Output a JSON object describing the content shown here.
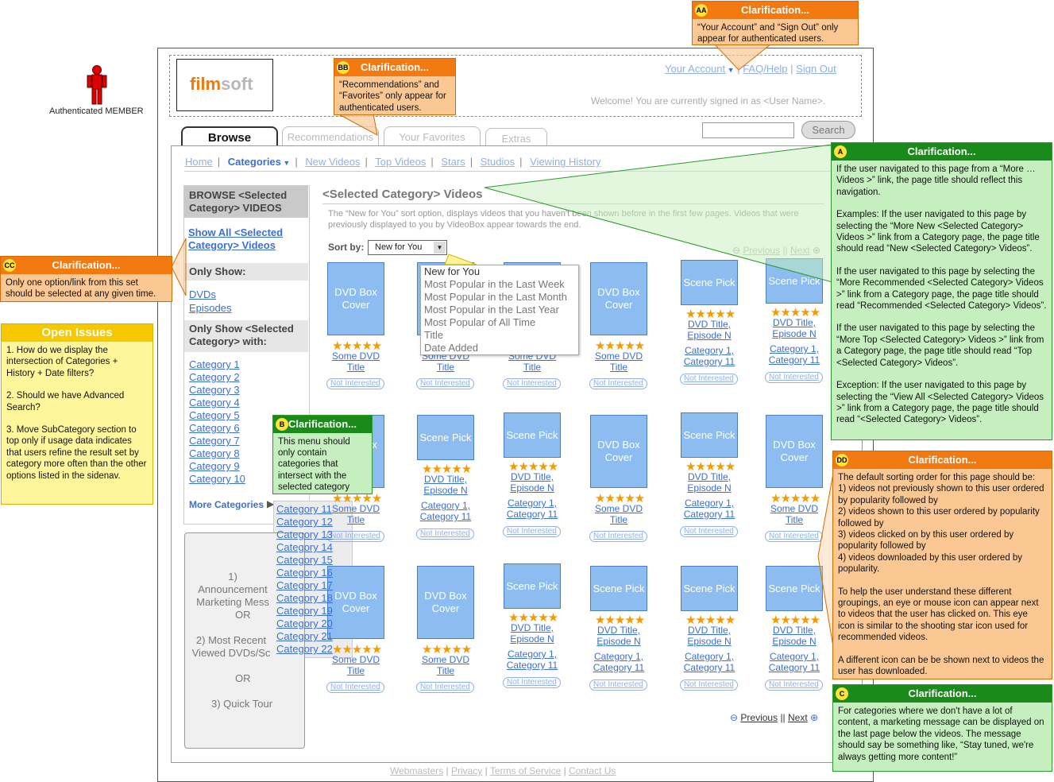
{
  "persona": {
    "label": "Authenticated MEMBER"
  },
  "header": {
    "logo_film": "film",
    "logo_soft": "soft",
    "your_account": "Your Account",
    "faq": "FAQ/Help",
    "sign_out": "Sign Out",
    "welcome": "Welcome! You are currently signed in as <User Name>."
  },
  "tabs": {
    "browse": "Browse",
    "recommendations": "Recommendations",
    "favorites": "Your Favorites",
    "extras": "Extras"
  },
  "search": {
    "button": "Search",
    "value": ""
  },
  "nav": {
    "home": "Home",
    "categories": "Categories",
    "new_videos": "New Videos",
    "top_videos": "Top Videos",
    "stars": "Stars",
    "studios": "Studios",
    "viewing_history": "Viewing History"
  },
  "sidebar": {
    "browse_head": "BROWSE <Selected Category> VIDEOS",
    "show_all": "Show All <Selected Category> Videos",
    "only_show": "Only Show:",
    "dvds": "DVDs",
    "episodes": "Episodes",
    "only_show_with": "Only Show <Selected Category> with:",
    "categories": [
      "Category 1",
      "Category 2",
      "Category 3",
      "Category 4",
      "Category 5",
      "Category 6",
      "Category 7",
      "Category 8",
      "Category 9",
      "Category 10"
    ],
    "more_categories": "More Categories",
    "more_list": [
      "Category 11",
      "Category 12",
      "Category 13",
      "Category 14",
      "Category 15",
      "Category 16",
      "Category 17",
      "Category 18",
      "Category 19",
      "Category 20",
      "Category 21",
      "Category 22"
    ],
    "promo": [
      "1) Announcement Marketing Mess",
      "OR",
      "2) Most Recent Viewed DVDs/Sc",
      "OR",
      "3) Quick Tour"
    ]
  },
  "main": {
    "title": "<Selected Category> Videos",
    "desc": "The “New for You” sort option, displays videos that you haven't been shown before in the first few pages. Videos that were previously displayed to you by VideoBox appear towards the end.",
    "sort_label": "Sort by:",
    "sort_value": "New for You",
    "sort_options": [
      "New for You",
      "Most Popular in the Last Week",
      "Most Popular in the Last Month",
      "Most Popular in the Last Year",
      "Most Popular of All Time",
      "Title",
      "Date Added"
    ],
    "previous": "Previous",
    "next": "Next",
    "pager_sep": "||",
    "dvd_box": "DVD Box Cover",
    "scene_pick": "Scene Pick",
    "stars": "★★★★★",
    "some_dvd": "Some DVD",
    "title_word": "Title",
    "dvd_title": "DVD Title,",
    "episode_n": "Episode N",
    "cat1": "Category 1,",
    "cat11": "Category 11",
    "not_interested": "Not Interested"
  },
  "footer": {
    "webmasters": "Webmasters",
    "privacy": "Privacy",
    "terms": "Terms of Service",
    "contact": "Contact Us",
    "sep": "|"
  },
  "notes": {
    "aa": {
      "tag": "AA",
      "head": "Clarification...",
      "body": "“Your Account” and “Sign Out” only appear for authenticated users."
    },
    "bb": {
      "tag": "BB",
      "head": "Clarification...",
      "body": "“Recommendations” and “Favorites” only appear for authenticated users."
    },
    "cc": {
      "tag": "CC",
      "head": "Clarification...",
      "body": "Only one option/link from this set should be selected at any given time."
    },
    "open": {
      "head": "Open Issues",
      "items": [
        "1. How do we display the intersection of Categories + History + Date filters?",
        "2. Should we have Advanced Search?",
        "3. Move SubCategory section to top only if usage data indicates that users refine the result set by category more often than the other options listed in the sidenav."
      ]
    },
    "b": {
      "tag": "B",
      "head": "Clarification...",
      "body": "This menu should only contain categories that intersect with the selected category"
    },
    "a": {
      "tag": "A",
      "head": "Clarification...",
      "paras": [
        "If the user navigated to this page from a “More … Videos >” link, the page title should reflect this navigation.",
        "Examples: If the user navigated to this page by selecting the “More New <Selected Category> Videos >” link from a Category page, the page title should read “New <Selected Category> Videos”.",
        "If the user navigated to this page by selecting the “More Recommended <Selected Category> Videos >” link from a Category page, the page title should read “Recommended <Selected Category> Videos”.",
        "If the user navigated to this page by selecting the “More Top <Selected Category> Videos >” link from a Category page, the page title should read “Top <Selected Category> Videos”.",
        "Exception: If the user navigated to this page by selecting the “View All <Selected Category> Videos >” link from a Category page, the page title should read “<Selected Category> Videos”."
      ]
    },
    "dd": {
      "tag": "DD",
      "head": "Clarification...",
      "paras": [
        "The default sorting order for this page should be:\n1) videos not previously shown to this user ordered by popularity followed by\n2) videos shown to this user ordered by popularity followed by\n3) videos clicked on by this user ordered by popularity followed by\n4) videos downloaded by this user ordered by popularity.",
        "To help the user understand these different groupings, an eye or mouse icon can appear next to videos that the user has clicked on. This eye icon is similar to the shooting star icon used for recommended videos.",
        "A different icon can be be shown next to videos the user has downloaded."
      ]
    },
    "c": {
      "tag": "C",
      "head": "Clarification...",
      "body": "For categories where we don't have a lot of content, a marketing message can be displayed on the last page below the videos. The message should say be something like, “Stay tuned, we're always getting more content!”"
    }
  },
  "colors": {
    "brand_orange": "#f37a10",
    "link_blue": "#3a6fd8",
    "box_blue": "#8dbdf0",
    "note_green": "#1a8a1a"
  }
}
